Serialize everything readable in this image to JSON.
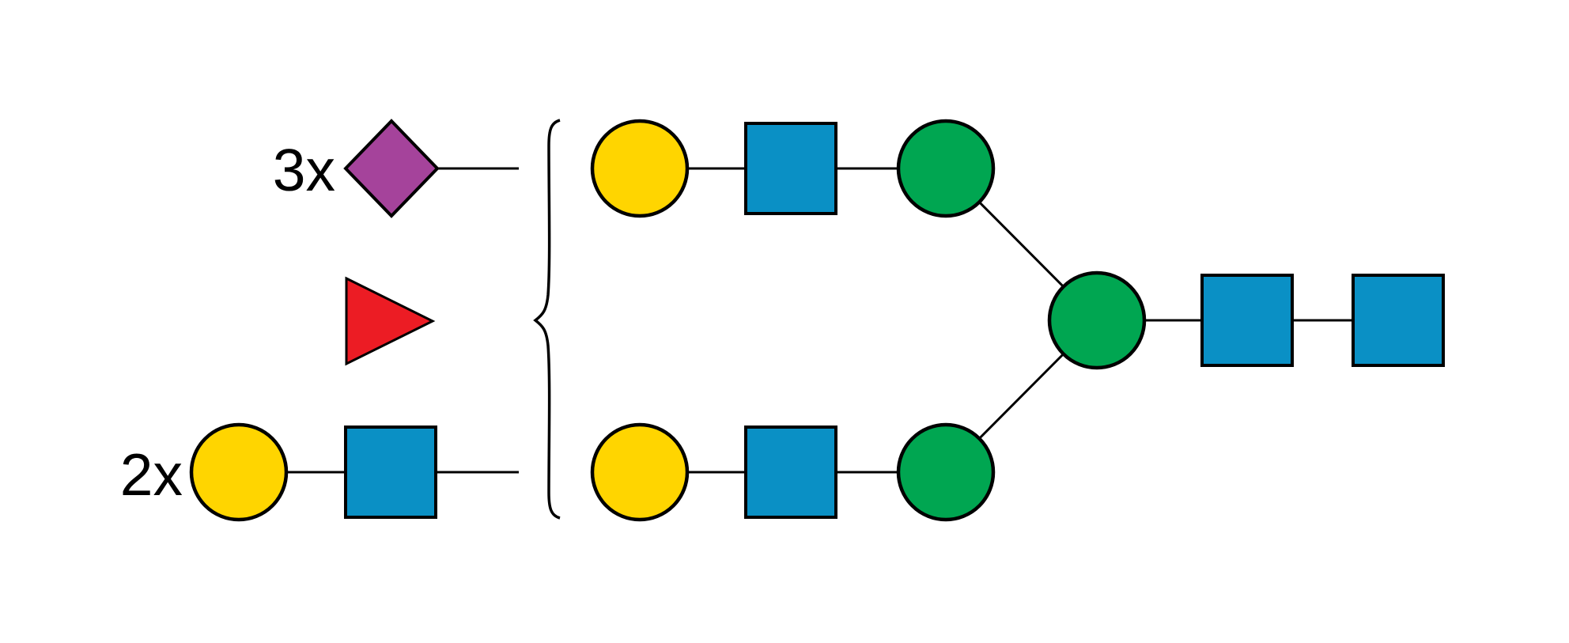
{
  "diagram": {
    "type": "glycan-structure-schematic",
    "background": "#FFFFFF",
    "labels": {
      "top_multiplier": "3x",
      "bottom_multiplier": "2x"
    },
    "colors": {
      "line": "#000000",
      "label_text": "#000000",
      "purple": "#A5439B",
      "red": "#EC1C24",
      "yellow": "#FFD500",
      "blue": "#0A90C5",
      "green": "#00A651"
    },
    "nodes": [
      {
        "id": "neu5ac-variable",
        "shape": "diamond",
        "color_key": "purple",
        "multiplier": "3x",
        "region": "left-legend-top"
      },
      {
        "id": "fucose-variable",
        "shape": "triangle-right",
        "color_key": "red",
        "region": "left-legend-middle"
      },
      {
        "id": "galactose-variable",
        "shape": "circle",
        "color_key": "yellow",
        "multiplier": "2x",
        "region": "left-legend-bottom"
      },
      {
        "id": "glcnac-variable",
        "shape": "square",
        "color_key": "blue",
        "region": "left-legend-bottom"
      },
      {
        "id": "curly-brace",
        "shape": "curly-brace",
        "color_key": "line",
        "region": "separator"
      },
      {
        "id": "galactose-arm-top",
        "shape": "circle",
        "color_key": "yellow",
        "region": "top-antenna"
      },
      {
        "id": "glcnac-arm-top",
        "shape": "square",
        "color_key": "blue",
        "region": "top-antenna"
      },
      {
        "id": "mannose-arm-top",
        "shape": "circle",
        "color_key": "green",
        "region": "top-antenna"
      },
      {
        "id": "galactose-arm-bottom",
        "shape": "circle",
        "color_key": "yellow",
        "region": "bottom-antenna"
      },
      {
        "id": "glcnac-arm-bottom",
        "shape": "square",
        "color_key": "blue",
        "region": "bottom-antenna"
      },
      {
        "id": "mannose-arm-bottom",
        "shape": "circle",
        "color_key": "green",
        "region": "bottom-antenna"
      },
      {
        "id": "mannose-core",
        "shape": "circle",
        "color_key": "green",
        "region": "core"
      },
      {
        "id": "glcnac-core-inner",
        "shape": "square",
        "color_key": "blue",
        "region": "core"
      },
      {
        "id": "glcnac-core-reducing",
        "shape": "square",
        "color_key": "blue",
        "region": "core"
      }
    ],
    "links": [
      {
        "from": "neu5ac-variable",
        "to": "curly-brace"
      },
      {
        "from": "galactose-variable",
        "to": "glcnac-variable"
      },
      {
        "from": "glcnac-variable",
        "to": "curly-brace"
      },
      {
        "from": "galactose-arm-top",
        "to": "glcnac-arm-top"
      },
      {
        "from": "glcnac-arm-top",
        "to": "mannose-arm-top"
      },
      {
        "from": "galactose-arm-bottom",
        "to": "glcnac-arm-bottom"
      },
      {
        "from": "glcnac-arm-bottom",
        "to": "mannose-arm-bottom"
      },
      {
        "from": "mannose-arm-top",
        "to": "mannose-core"
      },
      {
        "from": "mannose-arm-bottom",
        "to": "mannose-core"
      },
      {
        "from": "mannose-core",
        "to": "glcnac-core-inner"
      },
      {
        "from": "glcnac-core-inner",
        "to": "glcnac-core-reducing"
      }
    ]
  }
}
